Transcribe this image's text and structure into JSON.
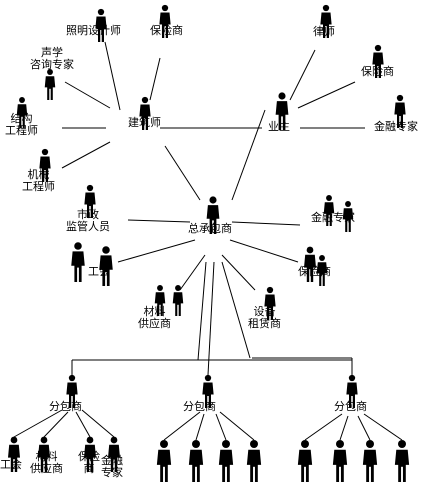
{
  "nodes": {
    "lighting_designer": {
      "label": "照明设计师"
    },
    "insurer_top": {
      "label": "保险商"
    },
    "acoustic": {
      "label_lines": [
        "声学",
        "咨询专家"
      ]
    },
    "architect": {
      "label": "建筑师"
    },
    "structural": {
      "label_lines": [
        "结构",
        "工程师"
      ]
    },
    "mechanical": {
      "label_lines": [
        "机械",
        "工程师"
      ]
    },
    "lawyer": {
      "label": "律师"
    },
    "insurer_right": {
      "label": "保险商"
    },
    "owner": {
      "label": "业主"
    },
    "finance_right": {
      "label": "金融专家"
    },
    "municipal": {
      "label_lines": [
        "市政",
        "监管人员"
      ]
    },
    "general_contractor": {
      "label": "总承包商"
    },
    "finance_mid": {
      "label": "金融专家"
    },
    "union": {
      "label": "工会"
    },
    "insurer_mid": {
      "label": "保险商"
    },
    "materials": {
      "label_lines": [
        "材料",
        "供应商"
      ]
    },
    "equipment": {
      "label_lines": [
        "设备",
        "租赁商"
      ]
    },
    "sub1": {
      "label": "分包商"
    },
    "sub2": {
      "label": "分包商"
    },
    "sub3": {
      "label": "分包商"
    },
    "sub1_union": {
      "label": "工会"
    },
    "sub1_materials": {
      "label_lines": [
        "材料",
        "供应商"
      ]
    },
    "sub1_insurer": {
      "label_lines": [
        "保险",
        "商"
      ]
    },
    "sub1_finance": {
      "label_lines": [
        "金融",
        "专家"
      ]
    }
  }
}
